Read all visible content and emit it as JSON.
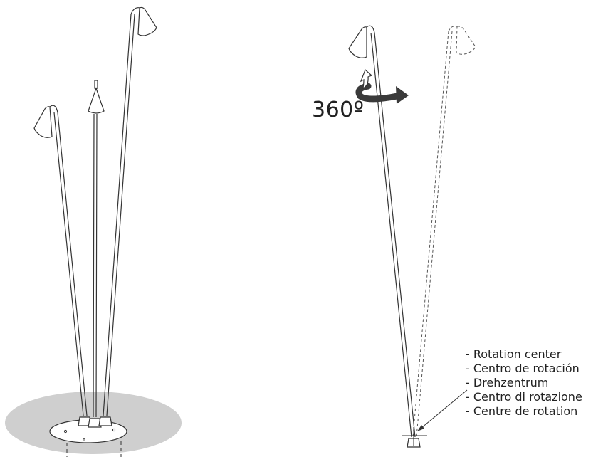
{
  "rotation_label": "360º",
  "legend": {
    "items": [
      "- Rotation center",
      "- Centro de rotación",
      "- Drehzentrum",
      "- Centro di rotazione",
      "- Centre de rotation"
    ]
  },
  "colors": {
    "line": "#333333",
    "shadow": "#cfcfcf",
    "arrow": "#3a3a3a"
  }
}
